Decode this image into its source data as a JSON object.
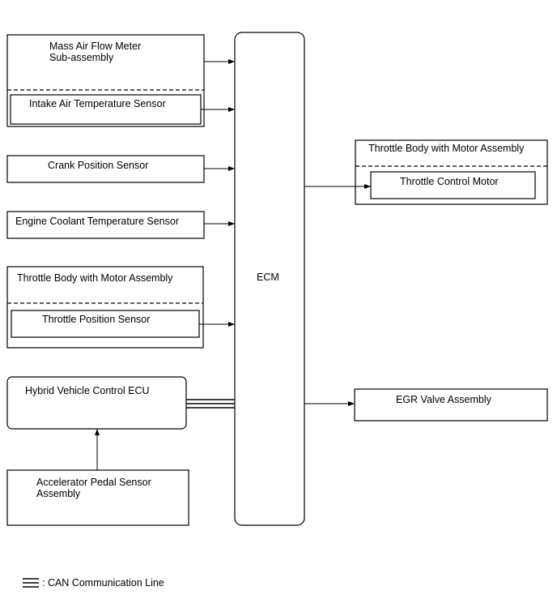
{
  "boxes": {
    "maf_title_line1": "Mass Air Flow Meter",
    "maf_title_line2": "Sub-assembly",
    "iat": "Intake Air Temperature Sensor",
    "crank": "Crank Position Sensor",
    "ect": "Engine Coolant Temperature Sensor",
    "tb_left": "Throttle Body with Motor Assembly",
    "tps": "Throttle Position Sensor",
    "hv_ecu": "Hybrid Vehicle Control ECU",
    "apps_line1": "Accelerator Pedal Sensor",
    "apps_line2": "Assembly",
    "ecm": "ECM",
    "tb_right": "Throttle Body with Motor Assembly",
    "tcm": "Throttle Control Motor",
    "egr": "EGR Valve Assembly"
  },
  "legend": {
    "can_label": ": CAN Communication Line"
  }
}
